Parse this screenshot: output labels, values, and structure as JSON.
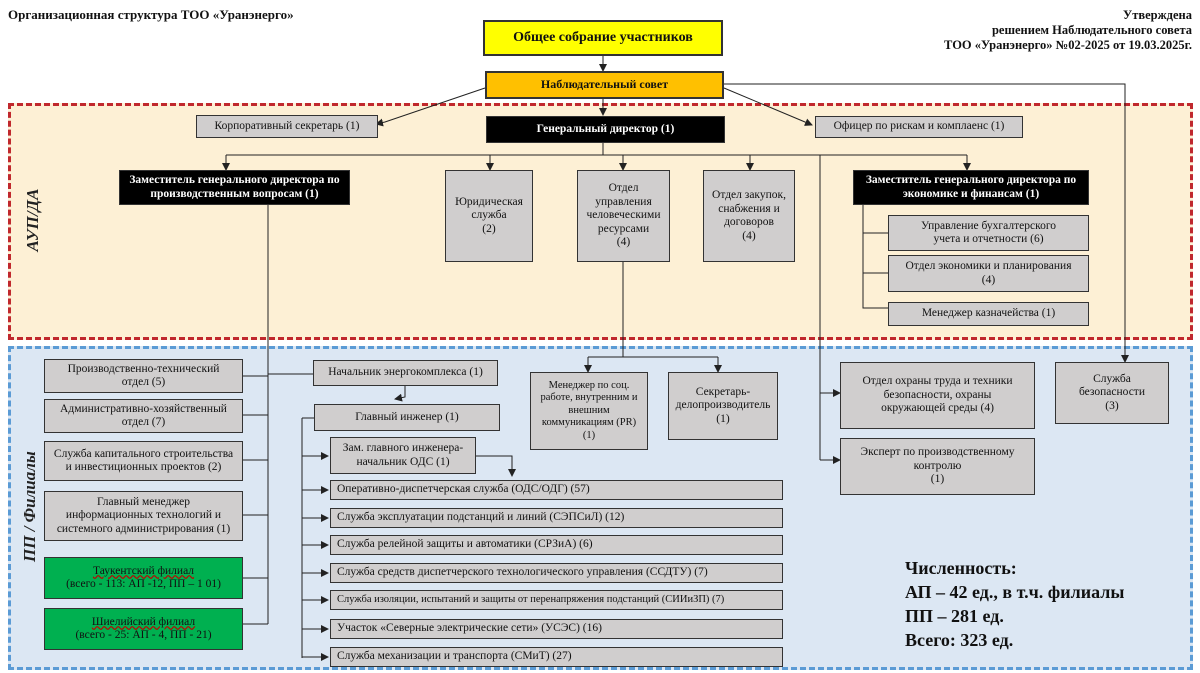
{
  "header": {
    "title": "Организационная структура ТОО «Уранэнерго»",
    "approval": [
      "Утверждена",
      "решением Наблюдательного совета",
      "ТОО «Уранэнерго» №02-2025 от 19.03.2025г."
    ]
  },
  "regions": {
    "aupd": "АУП/ДА",
    "pp": "ПП / Филиалы"
  },
  "top": {
    "assembly": "Общее собрание участников",
    "board": "Наблюдательный совет",
    "corp_secretary": "Корпоративный секретарь (1)",
    "ceo": "Генеральный директор (1)",
    "risk_officer": "Офицер по рискам и комплаенс (1)"
  },
  "aupd": {
    "deputy_prod": "Заместитель генерального директора по производственным вопросам (1)",
    "legal": [
      "Юридическая",
      "служба",
      "(2)"
    ],
    "hr": [
      "Отдел",
      "управления",
      "человеческими",
      "ресурсами",
      "(4)"
    ],
    "procurement": [
      "Отдел закупок,",
      "снабжения и",
      "договоров",
      "(4)"
    ],
    "deputy_fin": "Заместитель генерального директора по экономике и финансам (1)",
    "accounting": [
      "Управление бухгалтерского",
      "учета и отчетности (6)"
    ],
    "economics": [
      "Отдел экономики и планирования",
      "(4)"
    ],
    "treasury": "Менеджер казначейства (1)"
  },
  "pp": {
    "left": {
      "prod_tech": [
        "Производственно-технический",
        "отдел (5)"
      ],
      "admin": [
        "Административно-хозяйственный",
        "отдел (7)"
      ],
      "capital": [
        "Служба капитального строительства",
        "и инвестиционных проектов (2)"
      ],
      "it": [
        "Главный менеджер",
        "информационных технологий и",
        "системного администрирования (1)"
      ]
    },
    "branches": [
      {
        "name": "Таукентский филиал",
        "detail": "(всего - 113: АП -12, ПП – 1 01)"
      },
      {
        "name": "Шиелийский филиал",
        "detail": "(всего - 25: АП - 4, ПП - 21)"
      }
    ],
    "energy_head": "Начальник энергокомплекса (1)",
    "chief_engineer": "Главный инженер (1)",
    "deputy_chief": [
      "Зам. главного инженера-",
      "начальник ОДС (1)"
    ],
    "services": [
      "Оперативно-диспетчерская служба (ОДС/ОДГ) (57)",
      "Служба эксплуатации подстанций и линий (СЭПСиЛ) (12)",
      "Служба релейной защиты и автоматики (СРЗиА) (6)",
      "Служба средств диспетчерского технологического управления (ССДТУ) (7)",
      "Служба изоляции, испытаний и защиты от перенапряжения подстанций (СИИиЗП) (7)",
      "Участок «Северные электрические сети» (УСЭС) (16)",
      "Служба механизации и транспорта (СМиТ) (27)"
    ],
    "pr_manager": [
      "Менеджер по соц.",
      "работе, внутренним и",
      "внешним",
      "коммуникациям (PR)",
      "(1)"
    ],
    "secretary": [
      "Секретарь-",
      "делопроизводитель",
      "(1)"
    ],
    "safety": [
      "Отдел охраны труда и техники",
      "безопасности, охраны",
      "окружающей среды (4)"
    ],
    "security": [
      "Служба",
      "безопасности",
      "(3)"
    ],
    "control_expert": [
      "Эксперт по производственному",
      "контролю",
      "(1)"
    ]
  },
  "headcount": [
    "Численность:",
    "АП – 42 ед., в т.ч. филиалы",
    "ПП – 281 ед.",
    "Всего: 323 ед."
  ]
}
